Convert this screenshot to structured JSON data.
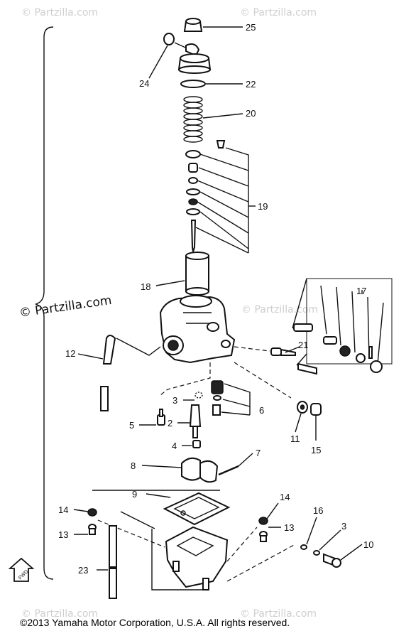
{
  "watermark": "© Partzilla.com",
  "copyright": "©2013  Yamaha Motor Corporation, U.S.A. All rights reserved.",
  "fwd_label": "FWD",
  "callouts": {
    "c25": "25",
    "c24": "24",
    "c22": "22",
    "c20": "20",
    "c19": "19",
    "c18": "18",
    "c17": "17",
    "c12": "12",
    "c21": "21",
    "c3a": "3",
    "c5": "5",
    "c2": "2",
    "c6": "6",
    "c11": "11",
    "c15": "15",
    "c4": "4",
    "c7": "7",
    "c8": "8",
    "c9": "9",
    "c14a": "14",
    "c13a": "13",
    "c14b": "14",
    "c13b": "13",
    "c16": "16",
    "c3b": "3",
    "c10": "10",
    "c23": "23"
  }
}
